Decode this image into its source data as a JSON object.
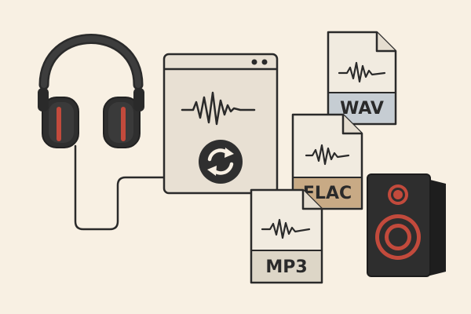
{
  "formats": {
    "wav": {
      "label": "WAV",
      "band_color": "#c6cdd3"
    },
    "flac": {
      "label": "FLAC",
      "band_color": "#c8aa85"
    },
    "mp3": {
      "label": "MP3",
      "band_color": "#ddd6c7"
    }
  },
  "converter": {
    "window_color": "#e8e0d3",
    "icon": "sync-arrows-icon"
  },
  "headphones": {
    "cup_color": "#2f2f2f",
    "accent_color": "#c24a3c"
  },
  "speaker": {
    "body_color": "#2e2e2e",
    "cone_color": "#c24a3c"
  },
  "colors": {
    "background": "#f8f0e3",
    "outline": "#2a2a2a"
  }
}
